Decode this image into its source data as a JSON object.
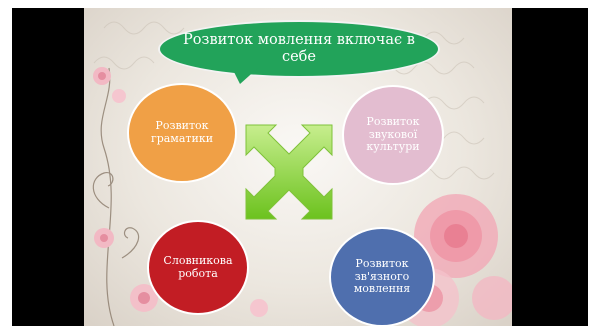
{
  "diagram": {
    "title": "Розвиток мовлення включає в себе",
    "items": [
      {
        "label": "Розвиток граматики",
        "color": "#f0a046"
      },
      {
        "label": "Розвиток звукової культури",
        "color": "#e3bdd0"
      },
      {
        "label": "Словникова робота",
        "color": "#c21d24"
      },
      {
        "label": "Розвиток зв'язного мовлення",
        "color": "#4f6fae"
      }
    ],
    "title_color": "#22a35a",
    "arrow_color": "#8cd43a"
  }
}
